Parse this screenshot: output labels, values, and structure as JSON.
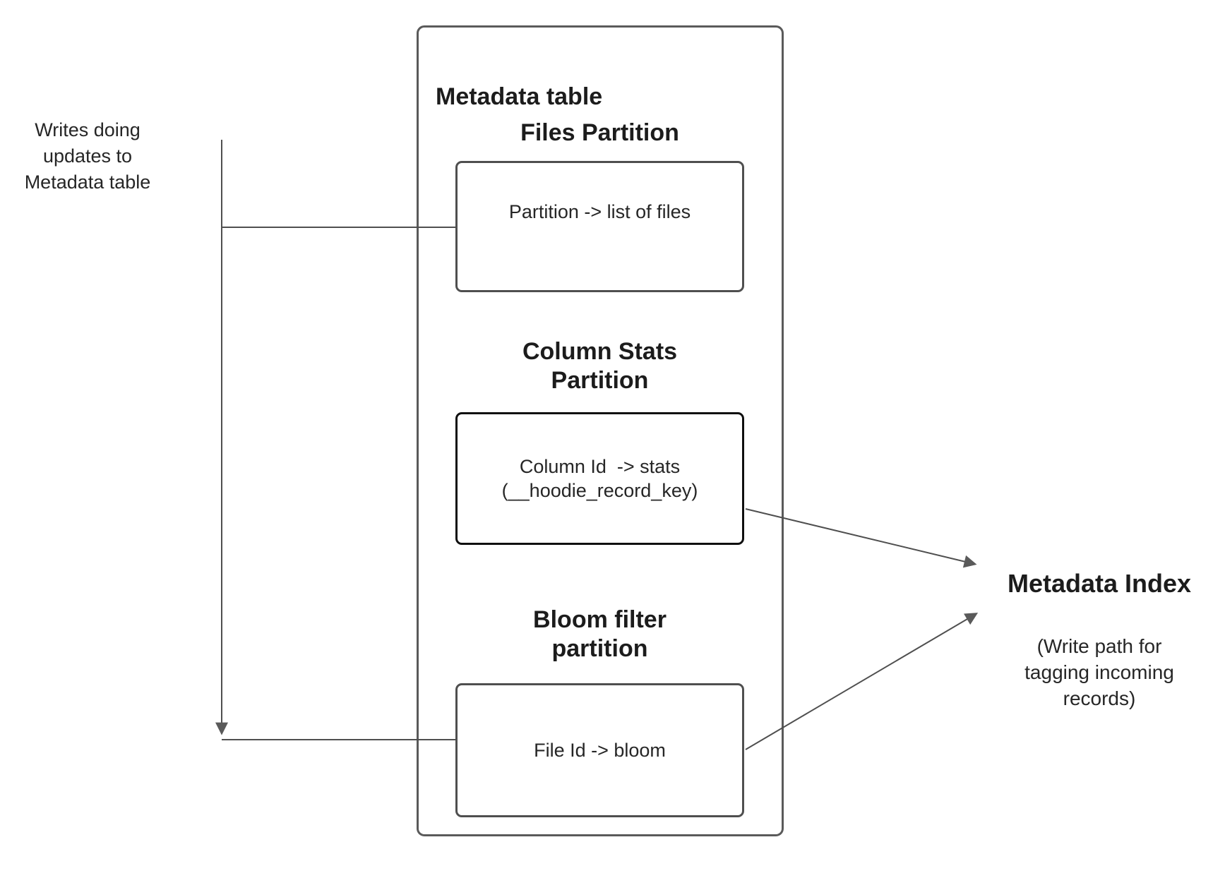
{
  "colors": {
    "connector_line": "#4f4f4f",
    "arrowhead": "#5a5a5a",
    "outer_box_border": "#5a5a5a",
    "partition_box_border": "#4f4f4f",
    "emphasized_box_border": "#0f0f0f",
    "text": "#1e1e1e",
    "background": "#ffffff"
  },
  "left_note": {
    "lines": [
      "Writes doing",
      "updates to",
      "Metadata table"
    ]
  },
  "metadata_table": {
    "title": "Metadata table",
    "sections": [
      {
        "heading_lines": [
          "Files Partition"
        ],
        "box_lines": [
          "Partition -> list of files"
        ],
        "emphasized": false
      },
      {
        "heading_lines": [
          "Column Stats",
          "Partition"
        ],
        "box_lines": [
          "Column Id  -> stats",
          "(__hoodie_record_key)"
        ],
        "emphasized": true
      },
      {
        "heading_lines": [
          "Bloom filter",
          "partition"
        ],
        "box_lines": [
          "File Id -> bloom"
        ],
        "emphasized": false
      }
    ]
  },
  "metadata_index": {
    "label": "Metadata Index",
    "note_lines": [
      "(Write path for",
      "tagging incoming",
      "records)"
    ]
  }
}
